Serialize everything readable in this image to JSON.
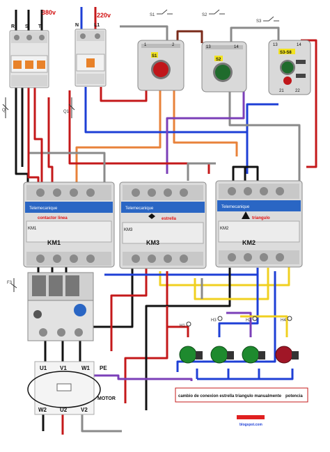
{
  "supply": {
    "three_phase": {
      "label": "380v",
      "phases": [
        "R",
        "S",
        "T"
      ]
    },
    "single_phase": {
      "label": "220v",
      "terminals": [
        "N",
        "L1"
      ]
    },
    "breaker_tags": [
      "Q",
      "Q1"
    ]
  },
  "pushbuttons": [
    {
      "tag": "S1",
      "top_terminals": [
        "1",
        "2"
      ],
      "color": "#c0161a"
    },
    {
      "tag": "S2",
      "top_terminals": [
        "13",
        "14"
      ],
      "color": "#1f6b2c"
    },
    {
      "tag": "S3-S8",
      "top_terminals": [
        "13",
        "14"
      ],
      "bottom_terminals": [
        "21",
        "22"
      ],
      "color": "#1f6b2c",
      "second_color": "#c0161a"
    }
  ],
  "schematic_tags": [
    "S1",
    "S2",
    "S3"
  ],
  "contactors": [
    {
      "tag": "KM1",
      "caption": "contactor linea",
      "caption_color": "#e31010"
    },
    {
      "tag": "KM3",
      "caption": "estrella",
      "caption_color": "#e31010"
    },
    {
      "tag": "KM2",
      "caption": "triangulo",
      "caption_color": "#e31010"
    }
  ],
  "contactor_brand": "Telemecanique",
  "overload_relay": {
    "tag": "F3"
  },
  "motor": {
    "label": "MOTOR",
    "top_terminals": [
      "U1",
      "V1",
      "W1"
    ],
    "bottom_terminals": [
      "W2",
      "U2",
      "V2"
    ],
    "ground": "PE"
  },
  "pilot_lamps": [
    {
      "tag": "H1",
      "color": "#1e8a2e"
    },
    {
      "tag": "H3",
      "color": "#1e8a2e"
    },
    {
      "tag": "H2",
      "color": "#1e8a2e"
    },
    {
      "tag": "H4",
      "color": "#a01626"
    }
  ],
  "caption": {
    "text": "cambio de conexion estrella triangulo manualmente",
    "extra": "potencia"
  },
  "footer": {
    "blog": "blogspot.com"
  }
}
